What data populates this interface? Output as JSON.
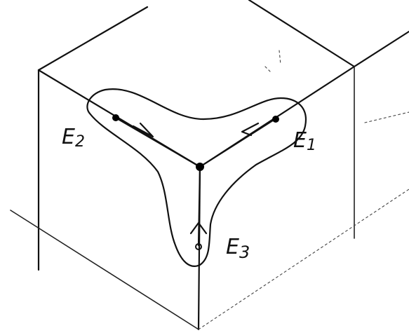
{
  "labels": {
    "e1": "E",
    "e1_sub": "1",
    "e2": "E",
    "e2_sub": "2",
    "e3": "E",
    "e3_sub": "3"
  },
  "ink_color": "#111111"
}
